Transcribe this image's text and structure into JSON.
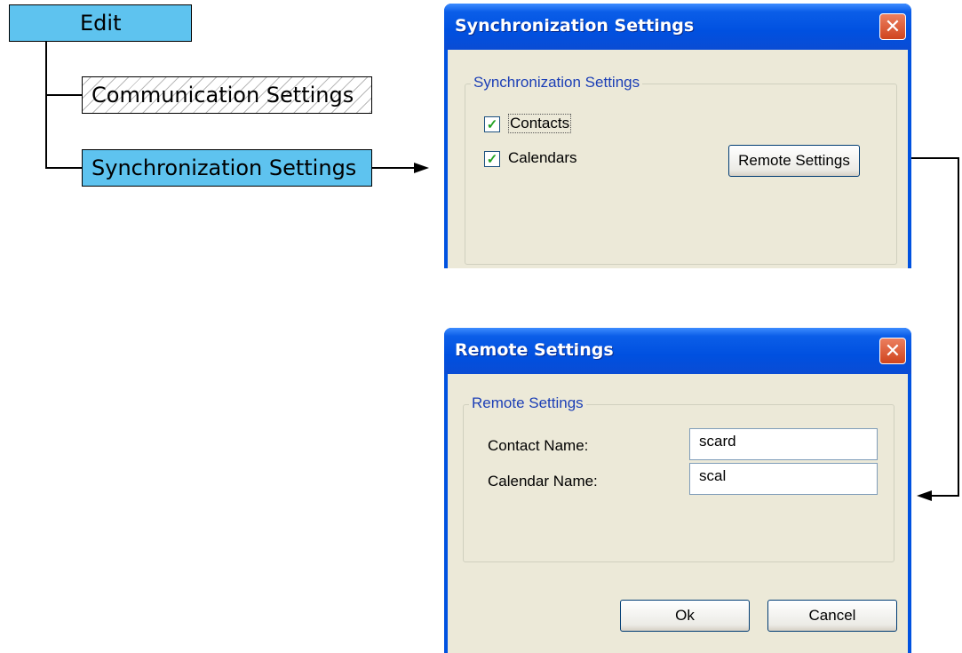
{
  "tree": {
    "edit_label": "Edit",
    "communication_label": "Communication Settings",
    "synchronization_label": "Synchronization Settings"
  },
  "sync_dialog": {
    "title": "Synchronization Settings",
    "group_label": "Synchronization Settings",
    "contacts_label": "Contacts",
    "contacts_checked": true,
    "calendars_label": "Calendars",
    "calendars_checked": true,
    "remote_button_label": "Remote Settings",
    "close_glyph": "✕"
  },
  "remote_dialog": {
    "title": "Remote Settings",
    "group_label": "Remote Settings",
    "contact_name_label": "Contact Name:",
    "contact_name_value": "scard",
    "calendar_name_label": "Calendar Name:",
    "calendar_name_value": "scal",
    "ok_label": "Ok",
    "cancel_label": "Cancel",
    "close_glyph": "✕"
  },
  "colors": {
    "tree_highlight": "#5ec3ef",
    "xp_title_blue": "#0050e0",
    "dialog_face": "#ece9d8",
    "groupbox_label": "#1c3fb6",
    "checkmark": "#21a121"
  }
}
